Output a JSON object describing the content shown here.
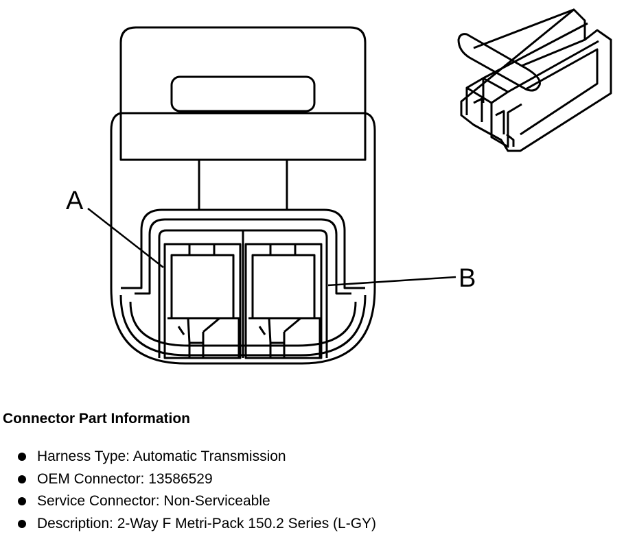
{
  "diagram": {
    "label_a": "A",
    "label_b": "B"
  },
  "info": {
    "heading": "Connector Part Information",
    "items": [
      "Harness Type: Automatic Transmission",
      "OEM Connector: 13586529",
      "Service Connector: Non-Serviceable",
      "Description: 2-Way F Metri-Pack 150.2 Series (L-GY)"
    ]
  }
}
